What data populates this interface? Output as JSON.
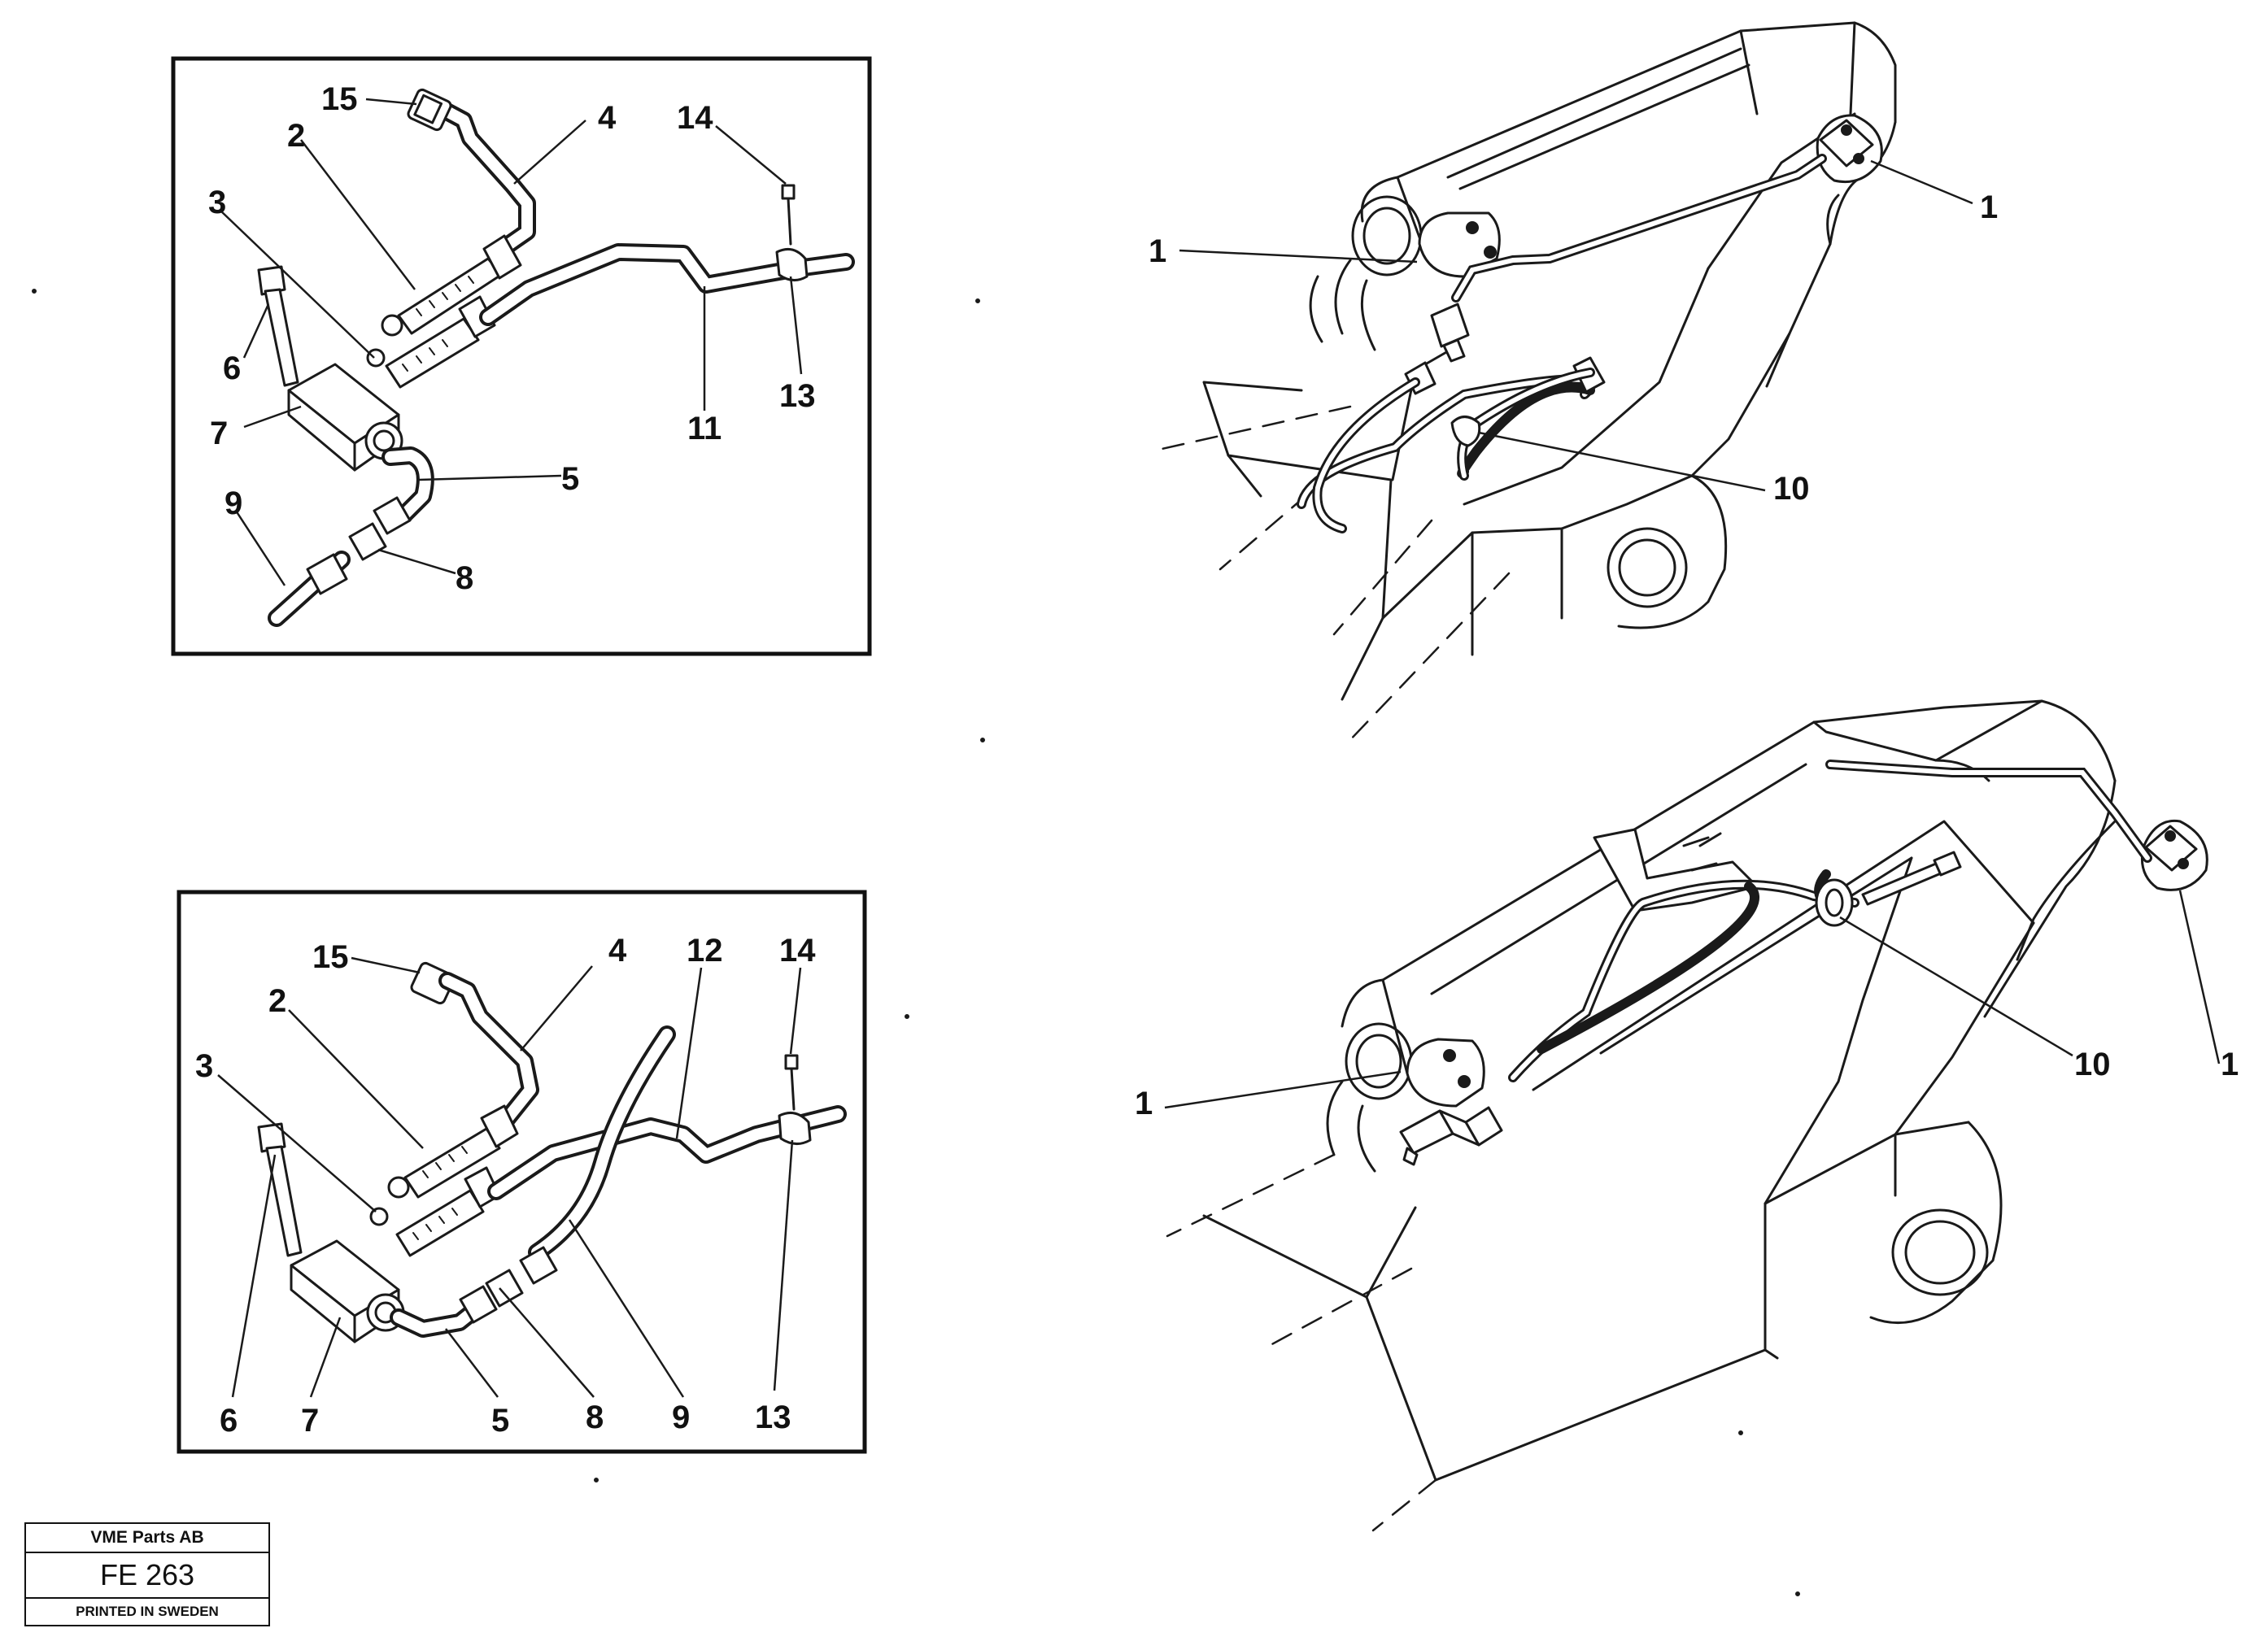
{
  "title_block": {
    "company": "VME Parts AB",
    "code": "FE 263",
    "printed": "PRINTED IN SWEDEN"
  },
  "callouts": {
    "top_detail": [
      "15",
      "2",
      "4",
      "14",
      "3",
      "6",
      "7",
      "11",
      "13",
      "5",
      "9",
      "8"
    ],
    "bottom_detail": [
      "15",
      "4",
      "12",
      "14",
      "2",
      "3",
      "6",
      "7",
      "5",
      "8",
      "9",
      "13"
    ],
    "upper_boom": [
      "1",
      "1",
      "10"
    ],
    "lower_boom": [
      "1",
      "10",
      "1"
    ]
  }
}
